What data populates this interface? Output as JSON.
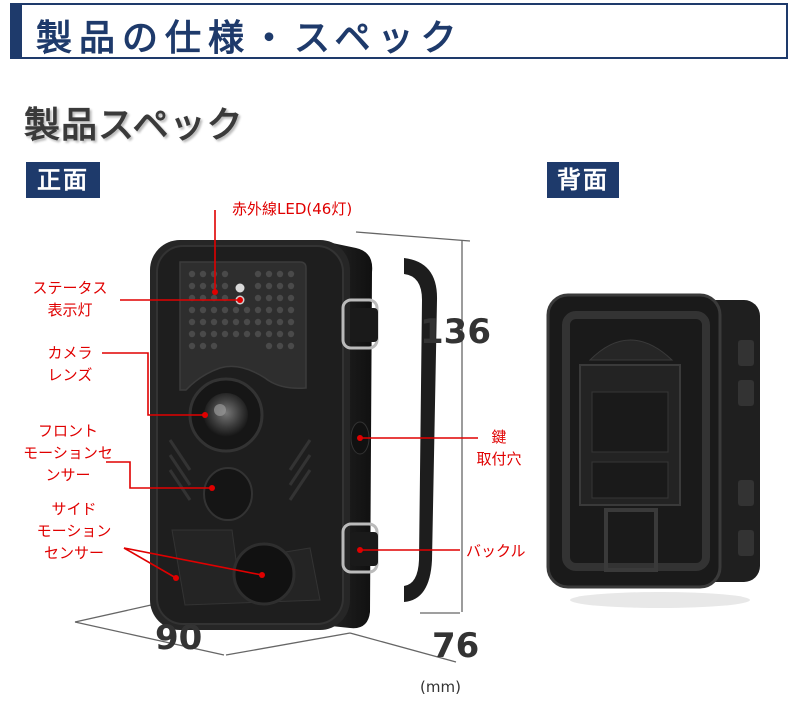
{
  "banner": {
    "title": "製品の仕様・スペック"
  },
  "section": {
    "title": "製品スペック"
  },
  "tags": {
    "front": "正面",
    "back": "背面"
  },
  "callouts": {
    "infrared_led": "赤外線LED(46灯)",
    "status_lamp": [
      "ステータス",
      "表示灯"
    ],
    "camera_lens": [
      "カメラ",
      "レンズ"
    ],
    "front_sensor": [
      "フロント",
      "モーションセンサー"
    ],
    "side_sensor": [
      "サイド",
      "モーション",
      "センサー"
    ],
    "lock_hole": [
      "鍵",
      "取付穴"
    ],
    "buckle": "バックル"
  },
  "dimensions": {
    "height": "136",
    "width": "90",
    "depth": "76",
    "unit": "(mm)"
  },
  "colors": {
    "brand_navy": "#1e3a6b",
    "callout_red": "#e00000"
  }
}
